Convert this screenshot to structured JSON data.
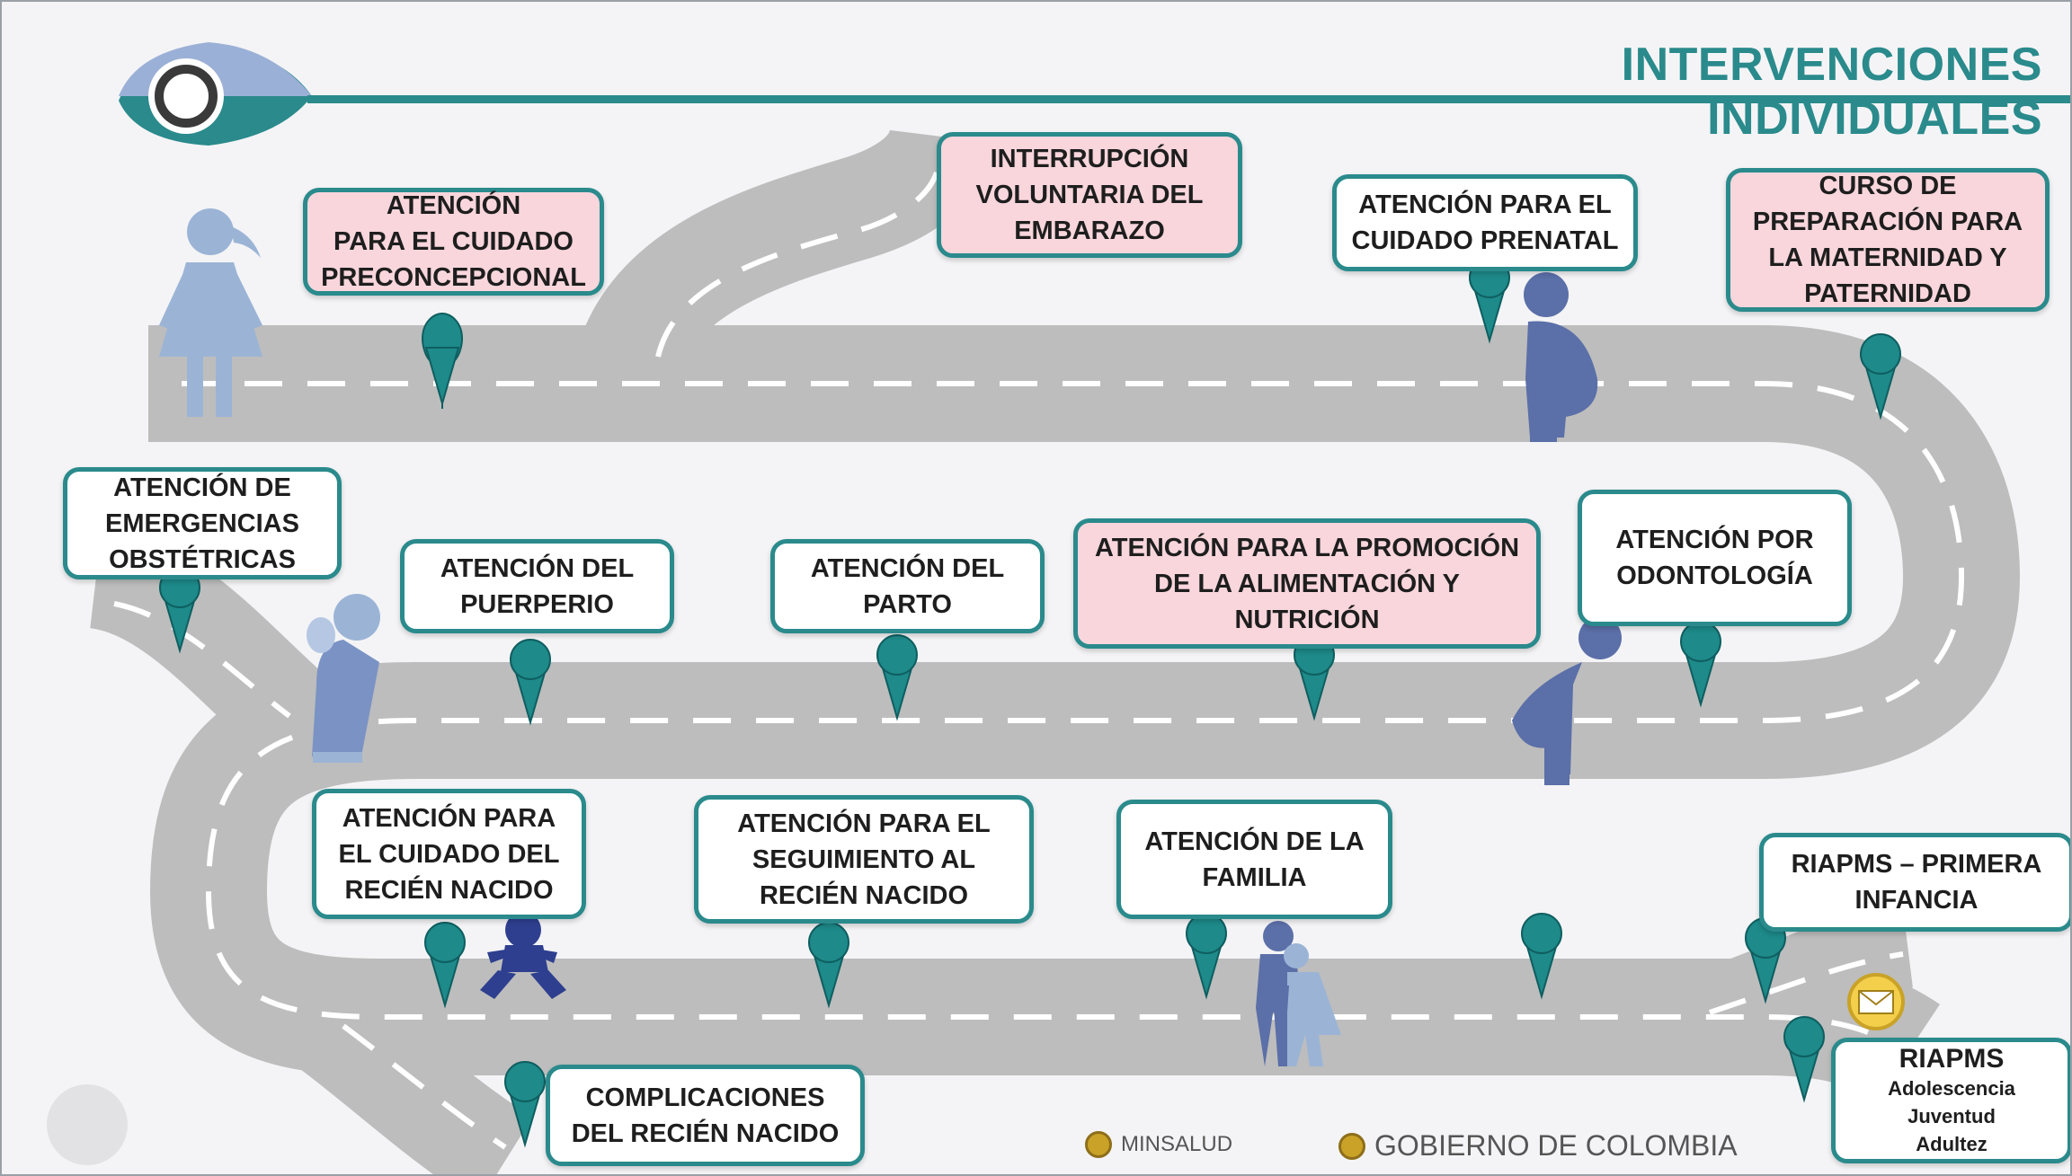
{
  "title": "INTERVENCIONES INDIVIDUALES",
  "colors": {
    "accent": "#2a8a8c",
    "road": "#bdbdbd",
    "box_border": "#2a8a8c",
    "box_pink": "#f8d6dc",
    "figure": "#5b6fa8",
    "figure_light": "#9bb4d6",
    "pin": "#1e8a8a"
  },
  "boxes": {
    "preconcepcional": "ATENCIÓN\nPARA EL CUIDADO\nPRECONCEPCIONAL",
    "interrupcion": "INTERRUPCIÓN\nVOLUNTARIA DEL\nEMBARAZO",
    "prenatal": "ATENCIÓN PARA EL\nCUIDADO PRENATAL",
    "curso": "CURSO DE\nPREPARACIÓN PARA\nLA MATERNIDAD Y\nPATERNIDAD",
    "emergencias": "ATENCIÓN DE\nEMERGENCIAS\nOBSTÉTRICAS",
    "puerperio": "ATENCIÓN DEL\nPUERPERIO",
    "parto": "ATENCIÓN DEL\nPARTO",
    "alimentacion": "ATENCIÓN PARA LA PROMOCIÓN\nDE LA ALIMENTACIÓN Y\nNUTRICIÓN",
    "odontologia": "ATENCIÓN POR\nODONTOLOGÍA",
    "recien_nacido": "ATENCIÓN PARA\nEL CUIDADO DEL\nRECIÉN NACIDO",
    "seguimiento": "ATENCIÓN PARA EL\nSEGUIMIENTO AL\nRECIÉN NACIDO",
    "familia": "ATENCIÓN DE LA\nFAMILIA",
    "primera_infancia": "RIAPMS – PRIMERA\nINFANCIA",
    "complicaciones": "COMPLICACIONES\nDEL RECIÉN NACIDO"
  },
  "riapms": {
    "heading": "RIAPMS",
    "lines": [
      "Adolescencia",
      "Juventud",
      "Adultez"
    ]
  },
  "footer": {
    "minsalud": "MINSALUD",
    "gobierno": "GOBIERNO DE COLOMBIA"
  },
  "icons": [
    "location-pin-icon",
    "woman-icon",
    "pregnant-woman-icon",
    "mother-baby-icon",
    "baby-icon",
    "family-icon",
    "envelope-icon"
  ]
}
